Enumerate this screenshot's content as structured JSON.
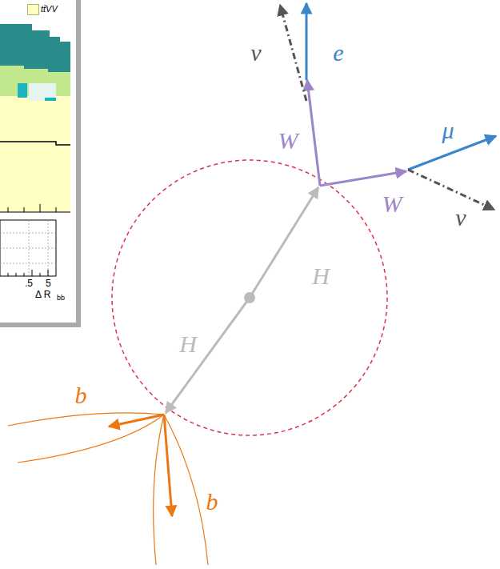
{
  "diagram": {
    "labels": [
      "v",
      "e",
      "W",
      "μ",
      "W",
      "v",
      "H",
      "H",
      "b",
      "b",
      ".5",
      "5",
      "Δ R",
      "bb"
    ],
    "legend": [
      {
        "text": "tt̄VV",
        "color": "#ffffc4"
      }
    ]
  }
}
